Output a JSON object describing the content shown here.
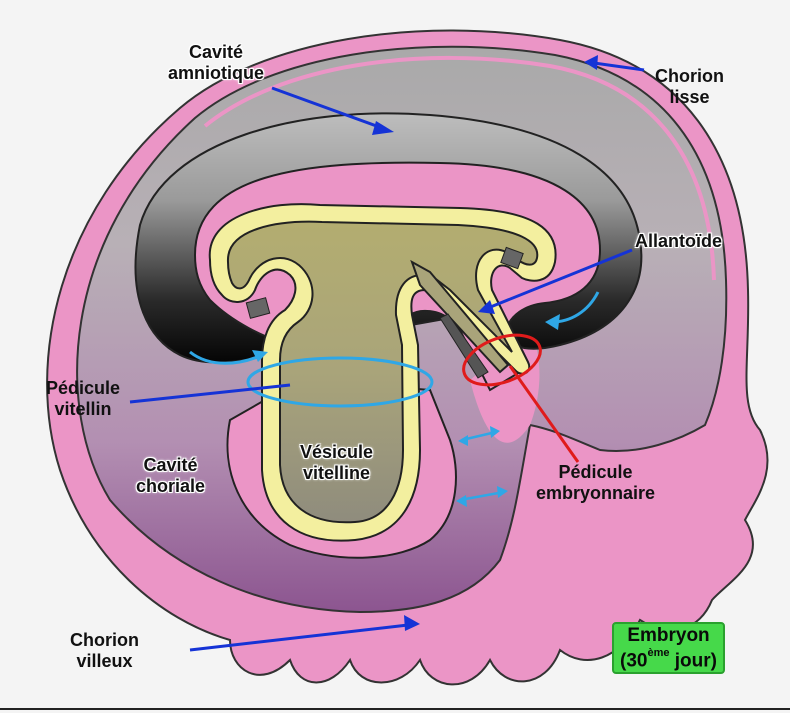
{
  "labels": {
    "cavite_amniotique": [
      "Cavité",
      "amniotique"
    ],
    "chorion_lisse": [
      "Chorion",
      "lisse"
    ],
    "allantoide": [
      "Allantoïde"
    ],
    "pedicule_vitellin": [
      "Pédicule",
      "vitellin"
    ],
    "vesicule_vitelline": [
      "Vésicule",
      "vitelline"
    ],
    "cavite_choriale": [
      "Cavité",
      "choriale"
    ],
    "pedicule_embryonnaire": [
      "Pédicule",
      "embryonnaire"
    ],
    "chorion_villeux": [
      "Chorion",
      "villeux"
    ]
  },
  "title_box": {
    "line1": "Embryon",
    "open": "(30",
    "sup": "ème",
    "close": " jour)"
  },
  "colors": {
    "chorion": "#eb95c6",
    "cavity": "#b69cb4",
    "amnion_dark": "#141414",
    "yolk": "#f3ef9f",
    "yolk_inner": "#a7a16a",
    "arrow_blue": "#1533d6",
    "arrow_cyan": "#2fa7e6",
    "arrow_red": "#e01b1b",
    "title_green": "#46d94a"
  }
}
